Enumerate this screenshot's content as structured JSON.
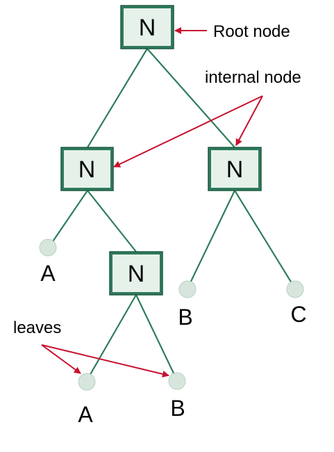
{
  "colors": {
    "node_fill": "#e6f1ea",
    "node_border": "#2f7a5c",
    "edge": "#2e7d5b",
    "leaf": "#d7e6dd",
    "arrow": "#c8102e"
  },
  "nodes": {
    "root": "N",
    "internal_left": "N",
    "internal_right": "N",
    "internal_lower": "N"
  },
  "leaves": {
    "leaf_1": "A",
    "leaf_2": "A",
    "leaf_3": "B",
    "leaf_4": "B",
    "leaf_5": "C"
  },
  "annotations": {
    "root": "Root node",
    "internal": "internal node",
    "leaves": "leaves"
  }
}
